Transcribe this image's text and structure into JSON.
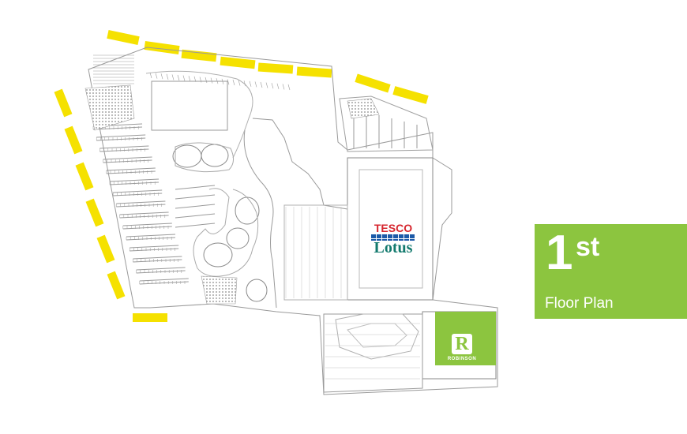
{
  "floor": {
    "number": "1",
    "suffix": "st",
    "label": "Floor Plan",
    "badge_color": "#8cc53f"
  },
  "anchors": {
    "tesco": {
      "line1": "TESCO",
      "line2": "Lotus",
      "red": "#d6262e",
      "blue": "#1c5aa8",
      "teal": "#137a6e"
    },
    "robinson": {
      "name": "ROBINSON",
      "mark": "R",
      "color": "#8cc53f"
    }
  },
  "parking_color": "#f5e100",
  "line_color": "#9a9a9a",
  "icons": {
    "parking-space-marker": "yellow-rectangle"
  }
}
